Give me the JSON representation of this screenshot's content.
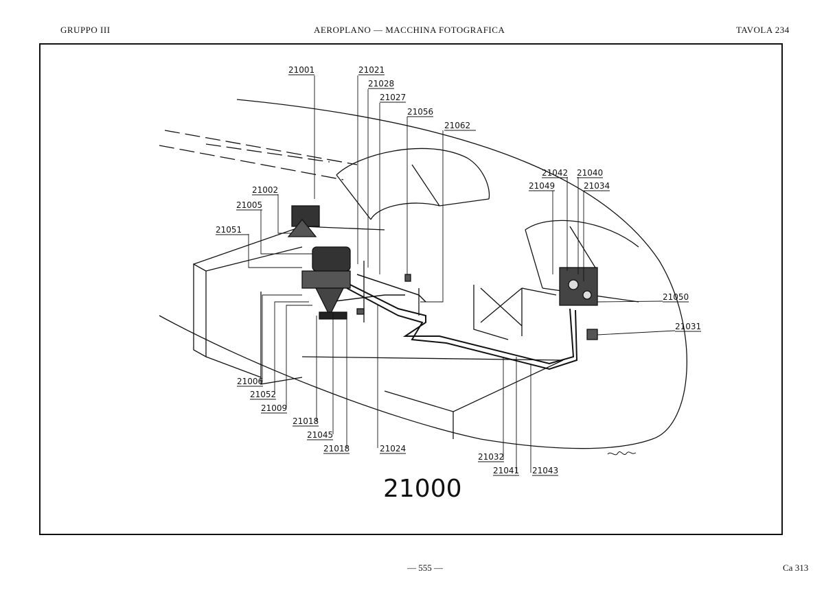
{
  "header": {
    "left": "GRUPPO III",
    "center": "AEROPLANO — MACCHINA FOTOGRAFICA",
    "right": "TAVOLA 234"
  },
  "diagram": {
    "assembly_number": "21000",
    "signature": "illegible"
  },
  "callouts": {
    "c21001": "21001",
    "c21021": "21021",
    "c21028": "21028",
    "c21027": "21027",
    "c21056": "21056",
    "c21062": "21062",
    "c21002": "21002",
    "c21005": "21005",
    "c21051": "21051",
    "c21042": "21042",
    "c21040": "21040",
    "c21049": "21049",
    "c21034": "21034",
    "c21050": "21050",
    "c21031": "21031",
    "c21006": "21006",
    "c21052": "21052",
    "c21009": "21009",
    "c21018a": "21018",
    "c21045": "21045",
    "c21018b": "21018",
    "c21024": "21024",
    "c21032": "21032",
    "c21041": "21041",
    "c21043": "21043"
  },
  "footer": {
    "page": "— 555 —",
    "code": "Ca 313"
  }
}
